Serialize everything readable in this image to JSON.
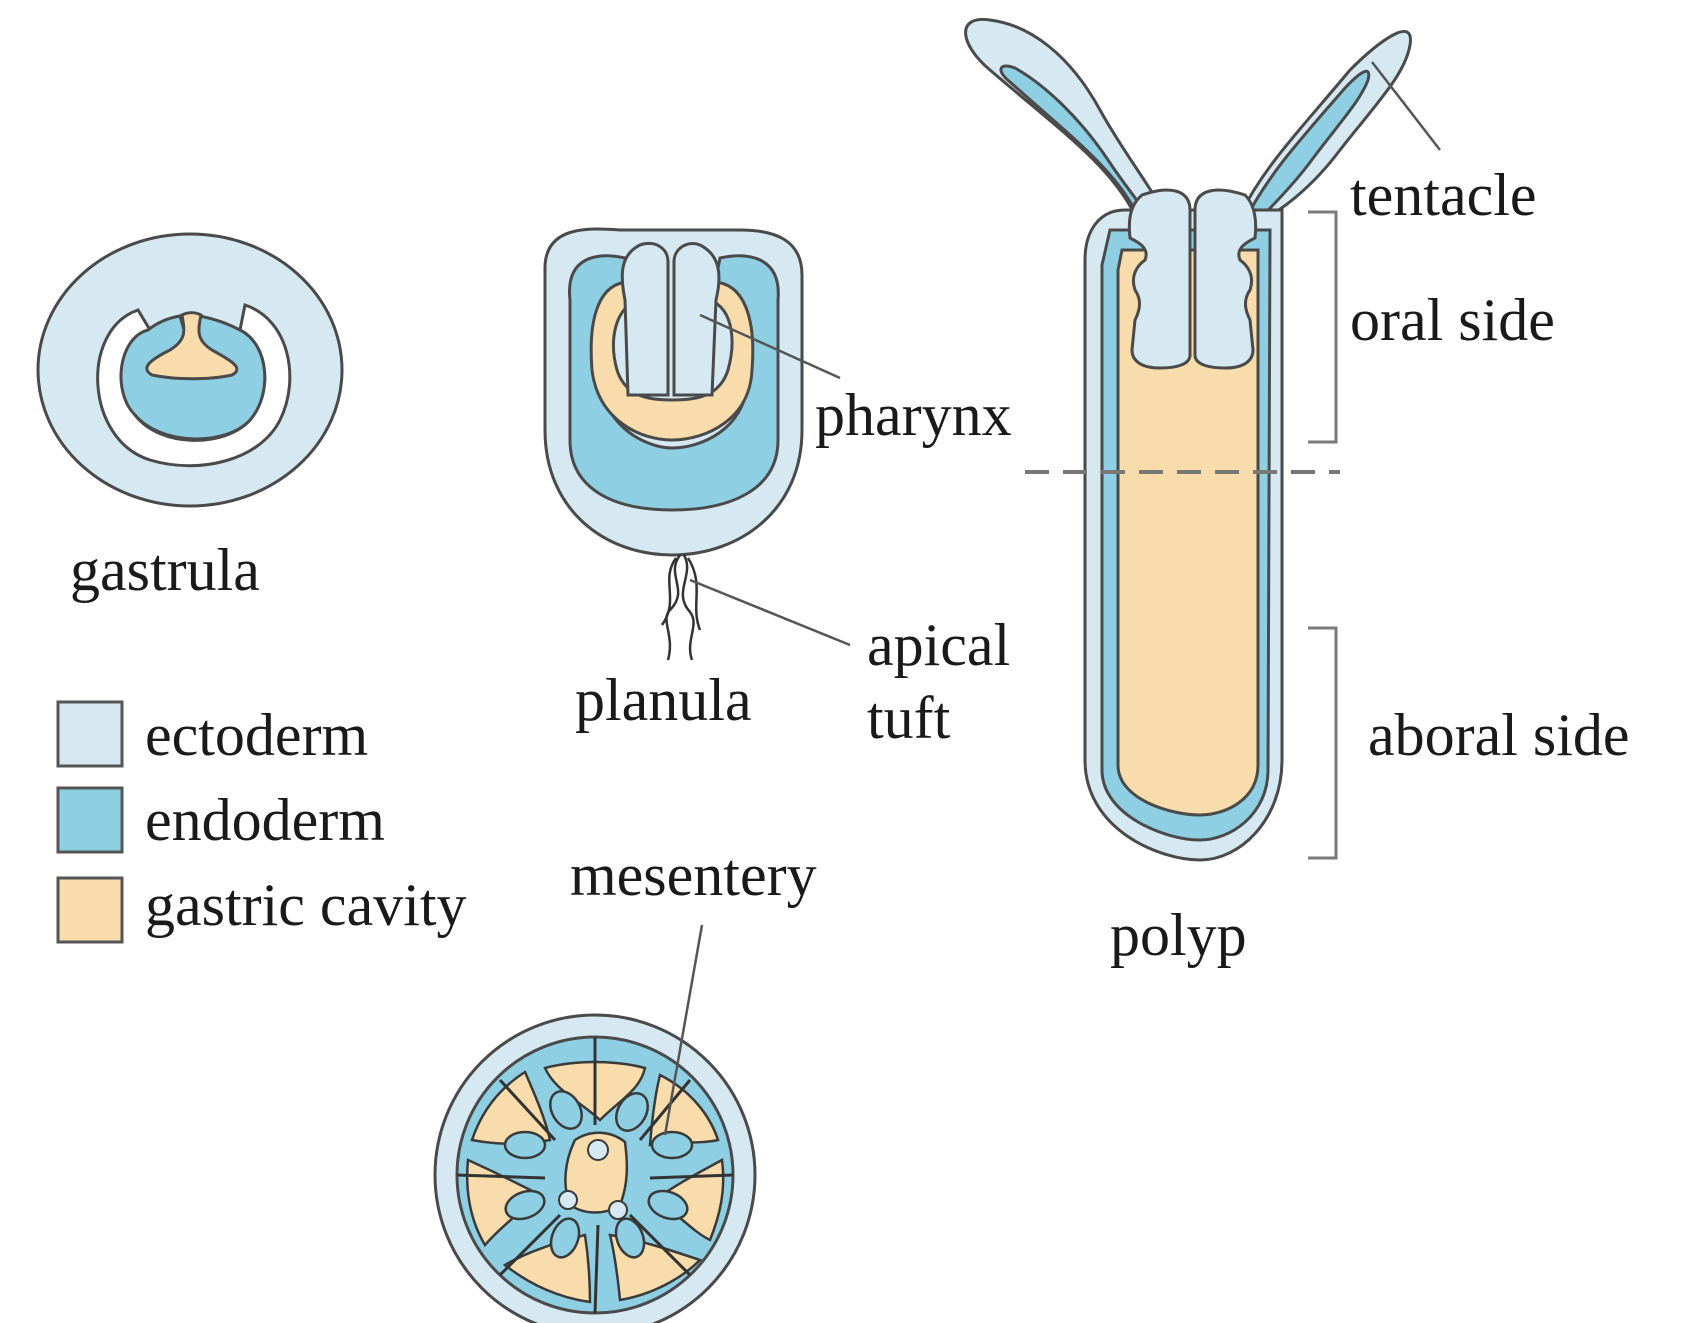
{
  "stages": {
    "gastrula": "gastrula",
    "planula": "planula",
    "polyp": "polyp"
  },
  "labels": {
    "pharynx": "pharynx",
    "apical_tuft_line1": "apical",
    "apical_tuft_line2": "tuft",
    "tentacle": "tentacle",
    "oral_side": "oral side",
    "aboral_side": "aboral side",
    "mesentery": "mesentery"
  },
  "legend": [
    {
      "label": "ectoderm",
      "color": "#d6e9f3"
    },
    {
      "label": "endoderm",
      "color": "#8fcfe4"
    },
    {
      "label": "gastric cavity",
      "color": "#f8dcab"
    }
  ],
  "colors": {
    "ectoderm": "#d6e9f3",
    "endoderm": "#8fcfe4",
    "gastric_cavity": "#f8dcab",
    "outline": "#3a3a3a",
    "leader_line": "#555555",
    "bracket": "#7a7a7a"
  }
}
